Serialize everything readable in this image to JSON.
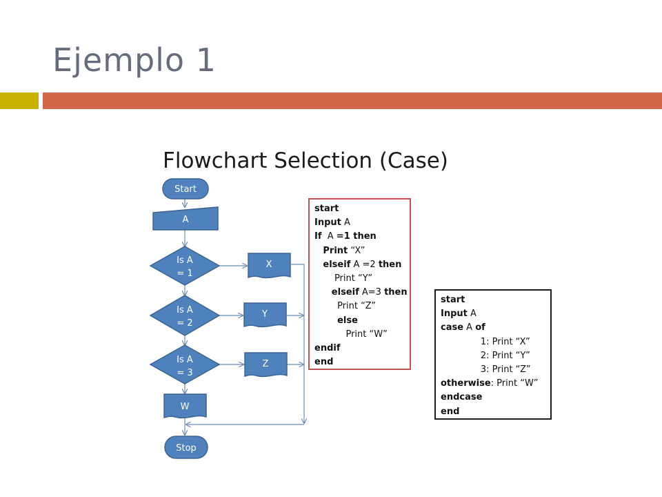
{
  "slide": {
    "title": "Ejemplo 1"
  },
  "flowchart": {
    "title": "Flowchart Selection (Case)",
    "nodes": {
      "start": "Start",
      "input": "A",
      "decision1_line1": "Is A",
      "decision1_line2": "= 1",
      "decision2_line1": "Is A",
      "decision2_line2": "= 2",
      "decision3_line1": "Is A",
      "decision3_line2": "= 3",
      "out_x": "X",
      "out_y": "Y",
      "out_z": "Z",
      "out_w": "W",
      "stop": "Stop"
    },
    "colors": {
      "node_fill": "#4f81bd",
      "node_stroke": "#3a6391",
      "arrow": "#6b8bb5",
      "code_box_border": "#c0504d"
    }
  },
  "pseudocode_if": {
    "lines": [
      {
        "kw": "start",
        "rest": ""
      },
      {
        "kw": "Input",
        "rest": " A"
      },
      {
        "kw": "If",
        "rest": "  A ",
        "kw2": "=1 then"
      },
      {
        "indent": "   ",
        "kw": "Print",
        "rest": " “X”"
      },
      {
        "indent": "   ",
        "kw": "elseif",
        "rest": " A =2 ",
        "kw2": "then"
      },
      {
        "indent": "       ",
        "kw": "",
        "rest": "Print “Y”"
      },
      {
        "indent": "      ",
        "kw": "elseif",
        "rest": " A=3 ",
        "kw2": "then"
      },
      {
        "indent": "        ",
        "kw": "",
        "rest": "Print “Z”"
      },
      {
        "indent": "        ",
        "kw": "else",
        "rest": ""
      },
      {
        "indent": "           ",
        "kw": "",
        "rest": "Print “W”"
      },
      {
        "kw": "endif",
        "rest": ""
      },
      {
        "kw": "end",
        "rest": ""
      }
    ]
  },
  "pseudocode_case": {
    "lines": [
      {
        "kw": "start",
        "rest": ""
      },
      {
        "kw": "Input",
        "rest": " A"
      },
      {
        "kw": "case",
        "rest": " A ",
        "kw2": "of"
      },
      {
        "indent": "              ",
        "kw": "",
        "rest": "1: Print “X”"
      },
      {
        "indent": "              ",
        "kw": "",
        "rest": "2: Print “Y”"
      },
      {
        "indent": "              ",
        "kw": "",
        "rest": "3: Print “Z”"
      },
      {
        "kw": "otherwise",
        "rest": ": Print “W”"
      },
      {
        "kw": "endcase",
        "rest": ""
      },
      {
        "kw": "end",
        "rest": ""
      }
    ]
  }
}
